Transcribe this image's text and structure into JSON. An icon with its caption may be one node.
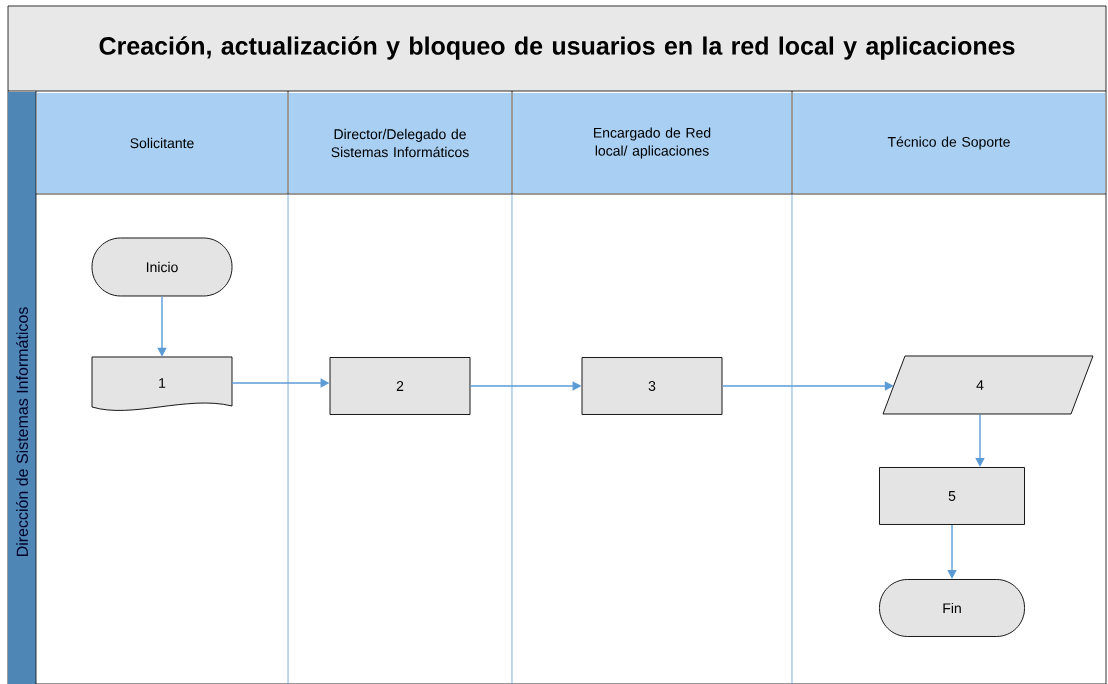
{
  "diagram": {
    "title": "Creación, actualización y bloqueo de usuarios en la red local y aplicaciones",
    "nodes": [
      {
        "text": [
          "Dirección de Sistemas Informáticos"
        ]
      },
      {
        "text": [
          "Solicitante"
        ]
      },
      {
        "text": [
          "Director/Delegado de Sistemas Informáticos"
        ]
      },
      {
        "text": [
          "Encargado de Red local/ aplicaciones"
        ]
      },
      {
        "text": [
          "Técnico de Soporte"
        ]
      },
      {
        "text": [
          "Inicio"
        ]
      },
      {
        "text": [
          "1"
        ]
      },
      {
        "text": [
          "2"
        ]
      },
      {
        "text": [
          "3"
        ]
      },
      {
        "text": [
          "4"
        ]
      },
      {
        "text": [
          "5"
        ]
      },
      {
        "text": [
          "Fin"
        ]
      }
    ],
    "edges": [
      {
        "from": 5,
        "to": 6,
        "arrow": "to"
      },
      {
        "from": 6,
        "to": 7,
        "arrow": "to"
      },
      {
        "from": 7,
        "to": 8,
        "arrow": "to"
      },
      {
        "from": 8,
        "to": 9,
        "arrow": "to"
      },
      {
        "from": 9,
        "to": 10,
        "arrow": "to"
      },
      {
        "from": 10,
        "to": 11,
        "arrow": "to"
      }
    ]
  }
}
